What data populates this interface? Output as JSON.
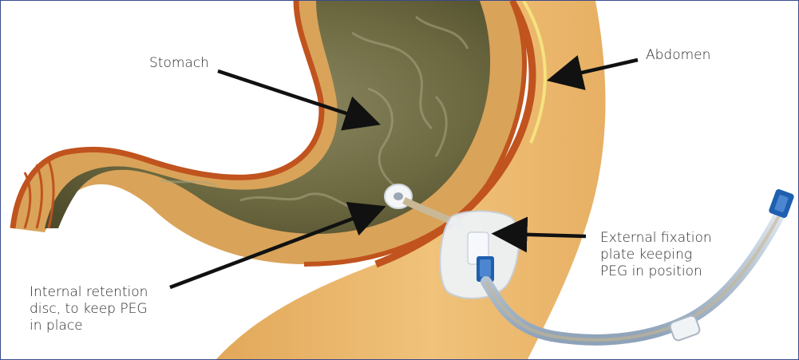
{
  "labels": {
    "stomach": "Stomach",
    "abdomen": "Abdomen",
    "external_line1": "External fixation",
    "external_line2": "plate keeping",
    "external_line3": "PEG in position",
    "internal_line1": "Internal retention",
    "internal_line2": "disc, to keep PEG",
    "internal_line3": "in place"
  },
  "colors": {
    "border": "#3a4a8c",
    "abdomen_fill": "#e9b869",
    "stomach_wall": "#d9a35a",
    "stomach_rim": "#c0531e",
    "stomach_lumen": "#6d6a42",
    "arrow": "#111111",
    "tube_connector": "#1f5fb0"
  }
}
